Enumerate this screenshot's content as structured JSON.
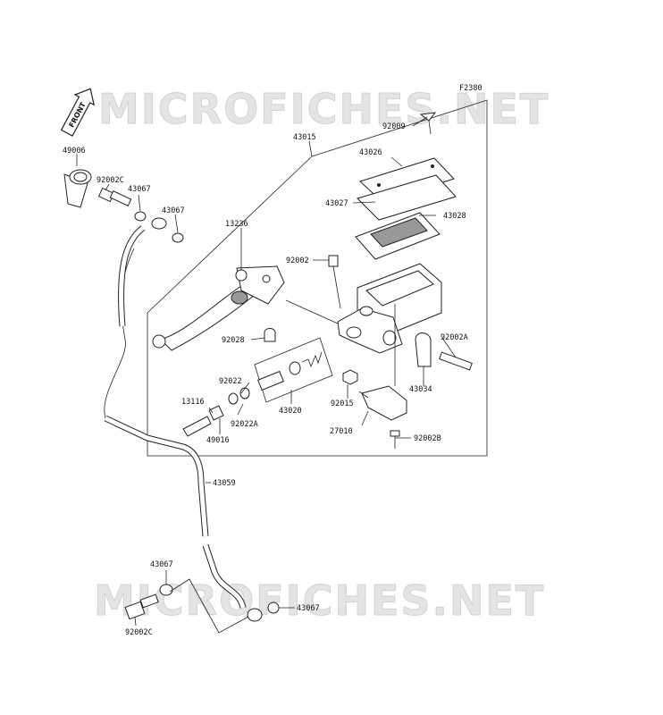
{
  "diagram": {
    "ref_code": "F2380",
    "front_label": "FRONT",
    "watermark": "MICROFICHES.NET",
    "parts": {
      "p49006": "49006",
      "p92002c_top": "92002C",
      "p43067_a": "43067",
      "p43067_b": "43067",
      "p43015": "43015",
      "p92009": "92009",
      "p43026": "43026",
      "p43027": "43027",
      "p43028": "43028",
      "p13236": "13236",
      "p92002": "92002",
      "p92028": "92028",
      "p92002a": "92002A",
      "p43034": "43034",
      "p92022": "92022",
      "p13116": "13116",
      "p92022a": "92022A",
      "p49016": "49016",
      "p43020": "43020",
      "p92015": "92015",
      "p27010": "27010",
      "p92002b": "92002B",
      "p43059": "43059",
      "p43067_c": "43067",
      "p43067_d": "43067",
      "p92002c_bot": "92002C"
    }
  }
}
